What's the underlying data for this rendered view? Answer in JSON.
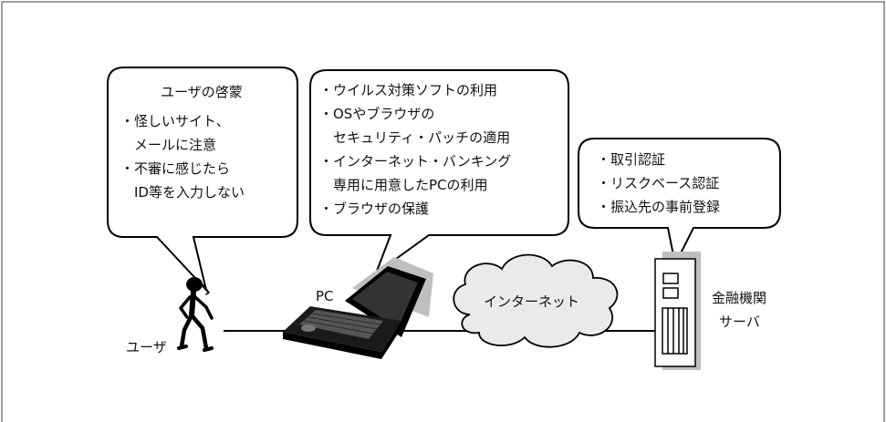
{
  "bubbles": {
    "user": {
      "title": "ユーザの啓蒙",
      "lines": [
        "・怪しいサイト、",
        "　メールに注意",
        "・不審に感じたら",
        "　ID等を入力しない"
      ]
    },
    "pc": {
      "lines": [
        "・ウイルス対策ソフトの利用",
        "・OSやブラウザの",
        "　セキュリティ・パッチの適用",
        "・インターネット・バンキング",
        "　専用に用意したPCの利用",
        "・ブラウザの保護"
      ]
    },
    "server": {
      "lines": [
        "・取引認証",
        "・リスクベース認証",
        "・振込先の事前登録"
      ]
    }
  },
  "labels": {
    "user": "ユーザ",
    "pc": "PC",
    "internet": "インターネット",
    "server_line1": "金融機関",
    "server_line2": "サーバ"
  },
  "colors": {
    "frame": "#7f7f7f",
    "bubble_border": "#000000",
    "bubble_fill": "#ffffff",
    "cloud_fill": "#eaeaea",
    "shadow": "#bfbfbf"
  }
}
